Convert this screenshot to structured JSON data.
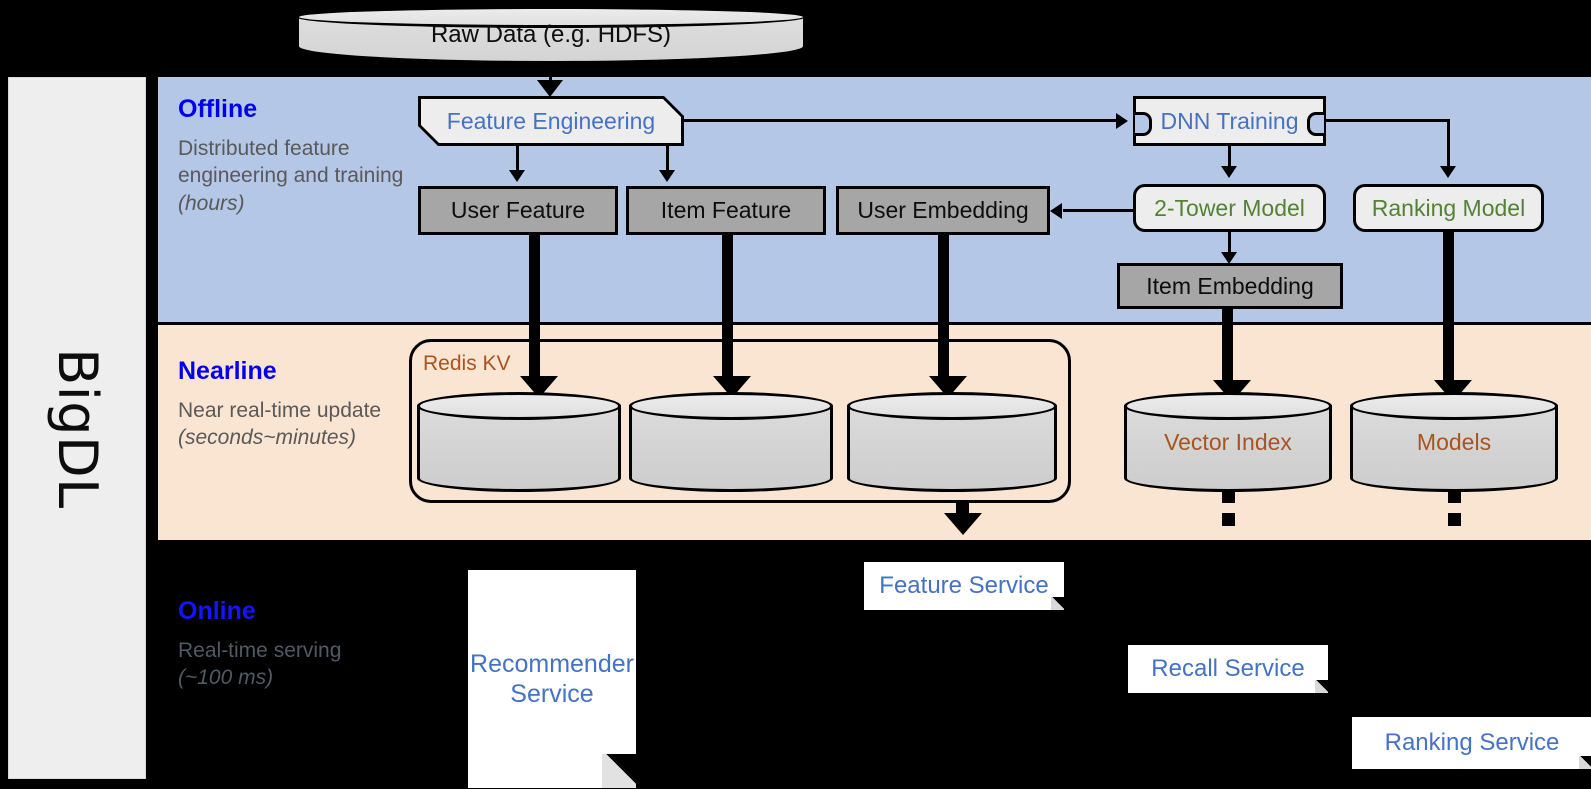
{
  "framework": {
    "name": "BigDL"
  },
  "colors": {
    "offline_band": "#b4c7e7",
    "nearline_band": "#fae5d3",
    "online_band": "#000000",
    "layer_title": "#0000ee",
    "layer_subtitle": "#595959",
    "process_text_blue": "#4472c4",
    "model_text_green": "#548235",
    "store_text_brown": "#a9541f",
    "data_box_gray": "#a6a6a6",
    "rail_gray": "#eeeeee"
  },
  "source": {
    "raw_data_label": "Raw Data (e.g. HDFS)"
  },
  "layers": [
    {
      "id": "offline",
      "title": "Offline",
      "subtitle_plain": "Distributed feature engineering and ",
      "subtitle_italic": "(hours)",
      "subtitle_full": "Distributed feature engineering and training (hours)",
      "subtitle_lead": "Distributed feature engineering and training"
    },
    {
      "id": "nearline",
      "title": "Nearline",
      "subtitle_lead": "Near real-time update",
      "subtitle_italic": "(seconds~minutes)",
      "subtitle_full": "Near real-time update (seconds~minutes)"
    },
    {
      "id": "online",
      "title": "Online",
      "subtitle_lead": "Real-time serving",
      "subtitle_italic": "(~100 ms)",
      "subtitle_full": "Real-time serving (~100 ms)"
    }
  ],
  "offline_nodes": {
    "feature_engineering": "Feature Engineering",
    "dnn_training": "DNN Training",
    "user_feature": "User Feature",
    "item_feature": "Item Feature",
    "user_embedding": "User Embedding",
    "two_tower_model": "2-Tower Model",
    "ranking_model": "Ranking Model",
    "item_embedding": "Item Embedding"
  },
  "nearline_nodes": {
    "redis_group_label": "Redis KV",
    "vector_index": "Vector Index",
    "models": "Models"
  },
  "online_nodes": {
    "recommender_service": "Recommender Service",
    "recommender_service_line1": "Recommender",
    "recommender_service_line2": "Service",
    "feature_service": "Feature Service",
    "recall_service": "Recall Service",
    "ranking_service": "Ranking Service"
  }
}
